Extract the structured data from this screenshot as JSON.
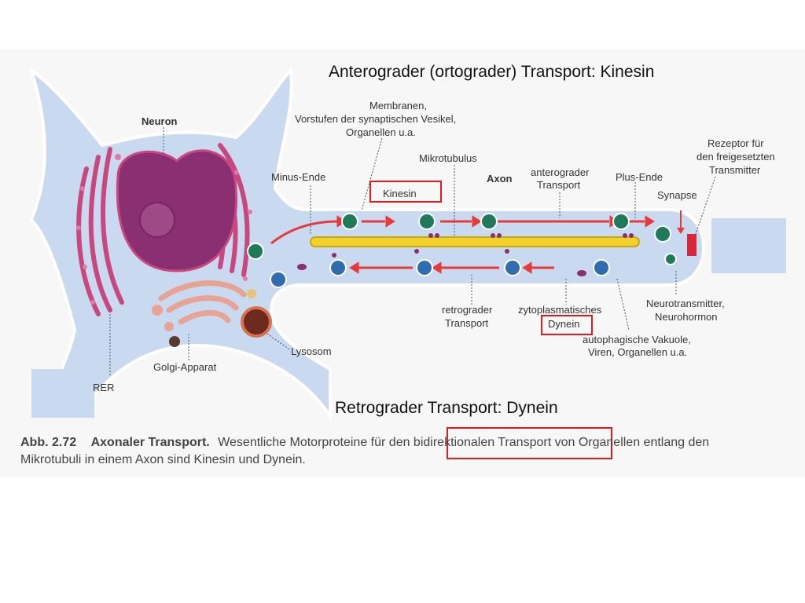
{
  "titles": {
    "top": "Anterograder (ortograder) Transport: Kinesin",
    "bottom": "Retrograder Transport: Dynein"
  },
  "labels": {
    "neuron": "Neuron",
    "membranen_1": "Membranen,",
    "membranen_2": "Vorstufen der synaptischen Vesikel,",
    "membranen_3": "Organellen u.a.",
    "mikrotubulus": "Mikrotubulus",
    "minus_ende": "Minus-Ende",
    "kinesin": "Kinesin",
    "axon": "Axon",
    "anterograder_1": "anterograder",
    "anterograder_2": "Transport",
    "plus_ende": "Plus-Ende",
    "rezeptor_1": "Rezeptor für",
    "rezeptor_2": "den freigesetzten",
    "rezeptor_3": "Transmitter",
    "synapse": "Synapse",
    "retrograder_1": "retrograder",
    "retrograder_2": "Transport",
    "zyto": "zytoplasmatisches",
    "dynein": "Dynein",
    "neurotransmitter_1": "Neurotransmitter,",
    "neurotransmitter_2": "Neurohormon",
    "autophag_1": "autophagische Vakuole,",
    "autophag_2": "Viren, Organellen u.a.",
    "lysosom": "Lysosom",
    "golgi": "Golgi-Apparat",
    "rer": "RER"
  },
  "caption": {
    "number": "Abb. 2.72",
    "bold": "Axonaler Transport.",
    "line1": "Wesentliche Motorproteine für den bidirektionalen Transport von Organellen entlang den",
    "line2": "Mikrotubuli in einem Axon sind Kinesin und Dynein."
  },
  "colors": {
    "cytoplasm": "#c9d9ef",
    "nucleus": "#8b2f73",
    "rer": "#c8477e",
    "microtubule": "#f2d22a",
    "arrow": "#e63a3a",
    "highlight": "#e11a1a",
    "vesicle_green": "#1f7a5a",
    "vesicle_blue": "#2f6db0"
  }
}
